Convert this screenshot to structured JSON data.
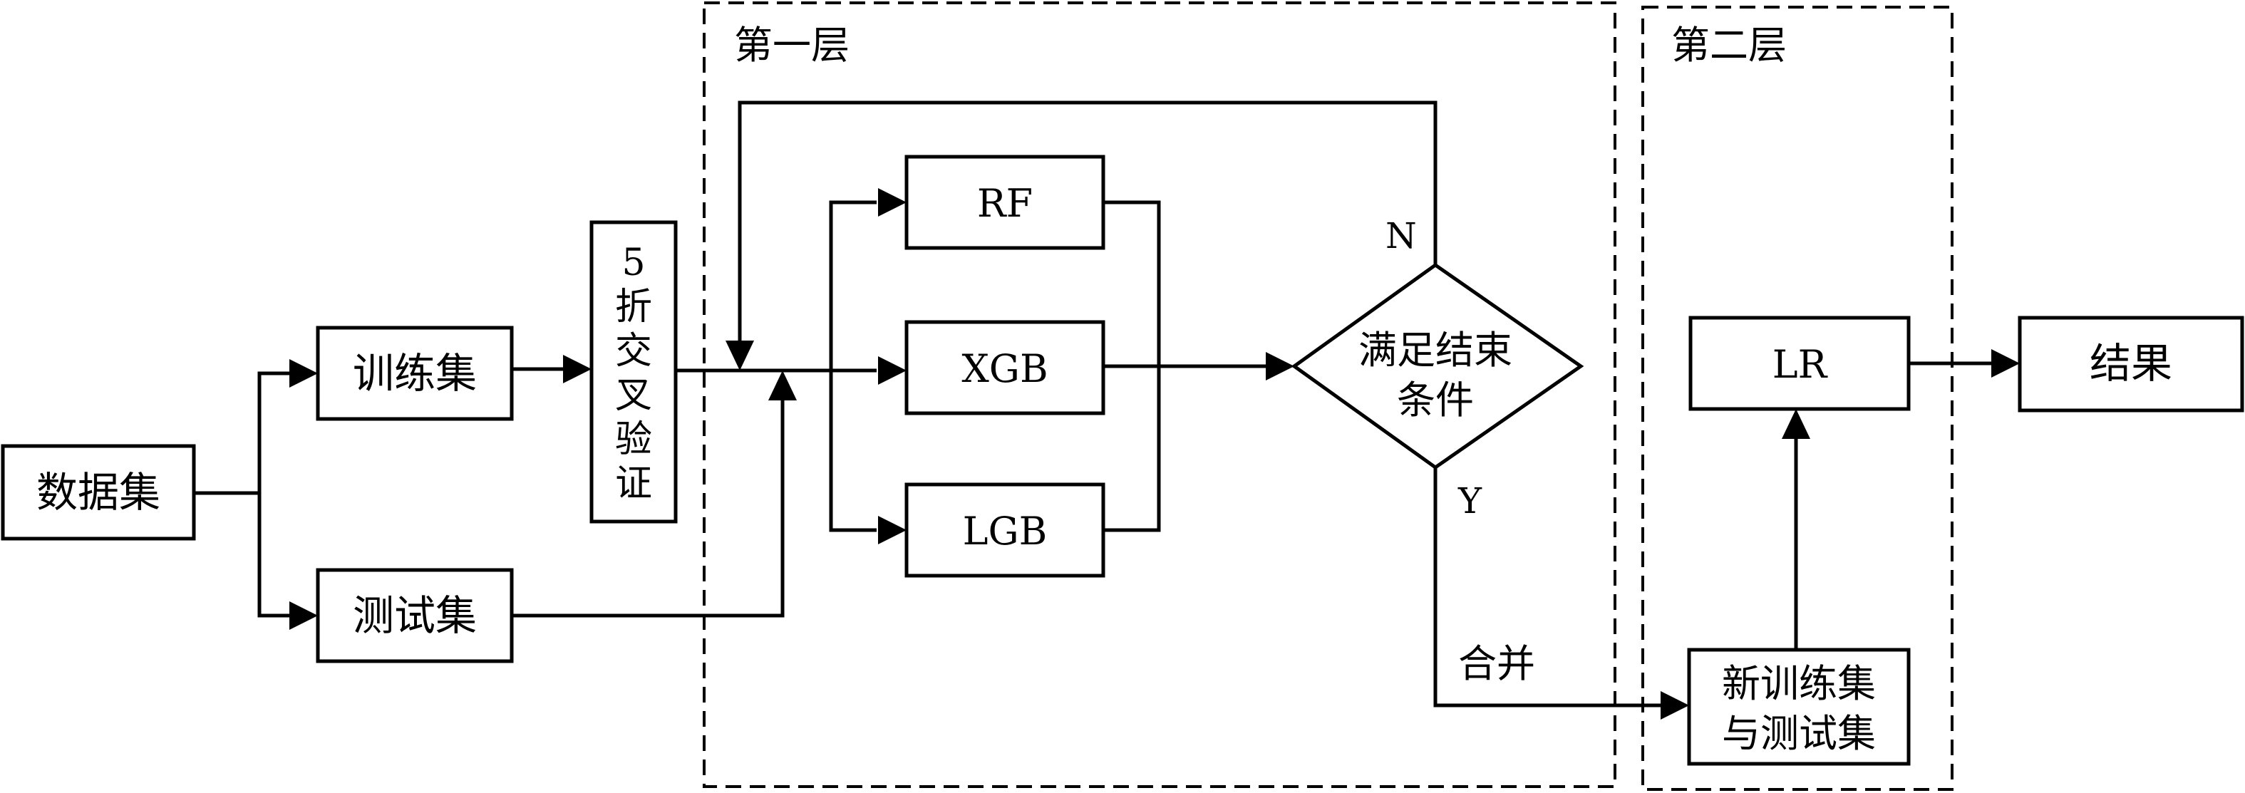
{
  "layers": {
    "first": "第一层",
    "second": "第二层"
  },
  "nodes": {
    "dataset": "数据集",
    "train": "训练集",
    "test": "测试集",
    "cv": [
      "5",
      "折",
      "交",
      "叉",
      "验",
      "证"
    ],
    "rf": "RF",
    "xgb": "XGB",
    "lgb": "LGB",
    "condition": [
      "满足结束",
      "条件"
    ],
    "lr": "LR",
    "result": "结果",
    "new_set": [
      "新训练集",
      "与测试集"
    ]
  },
  "edges": {
    "no": "N",
    "yes": "Y",
    "merge": "合并"
  }
}
